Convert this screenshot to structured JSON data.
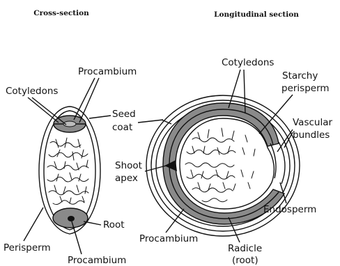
{
  "headers": {
    "cross_section": "Cross-section",
    "longitudinal_section": "Longitudinal section"
  },
  "labels": {
    "procambium_top": "Procambium",
    "cotyledons_left": "Cotyledons",
    "seed": "Seed",
    "coat": "coat",
    "root": "Root",
    "perisperm": "Perisperm",
    "procambium_bottom_left": "Procambium",
    "cotyledons_right": "Cotyledons",
    "starchy": "Starchy",
    "perisperm_right": "perisperm",
    "vascular": "Vascular",
    "bundles": "bundles",
    "shoot": "Shoot",
    "apex": "apex",
    "endosperm": "Endosperm",
    "procambium_bottom_right": "Procambium",
    "radicle": "Radicle",
    "root_paren": "(root)"
  },
  "colors": {
    "outline": "#111111",
    "embryo_fill": "#8a8a8a",
    "background": "#ffffff"
  }
}
